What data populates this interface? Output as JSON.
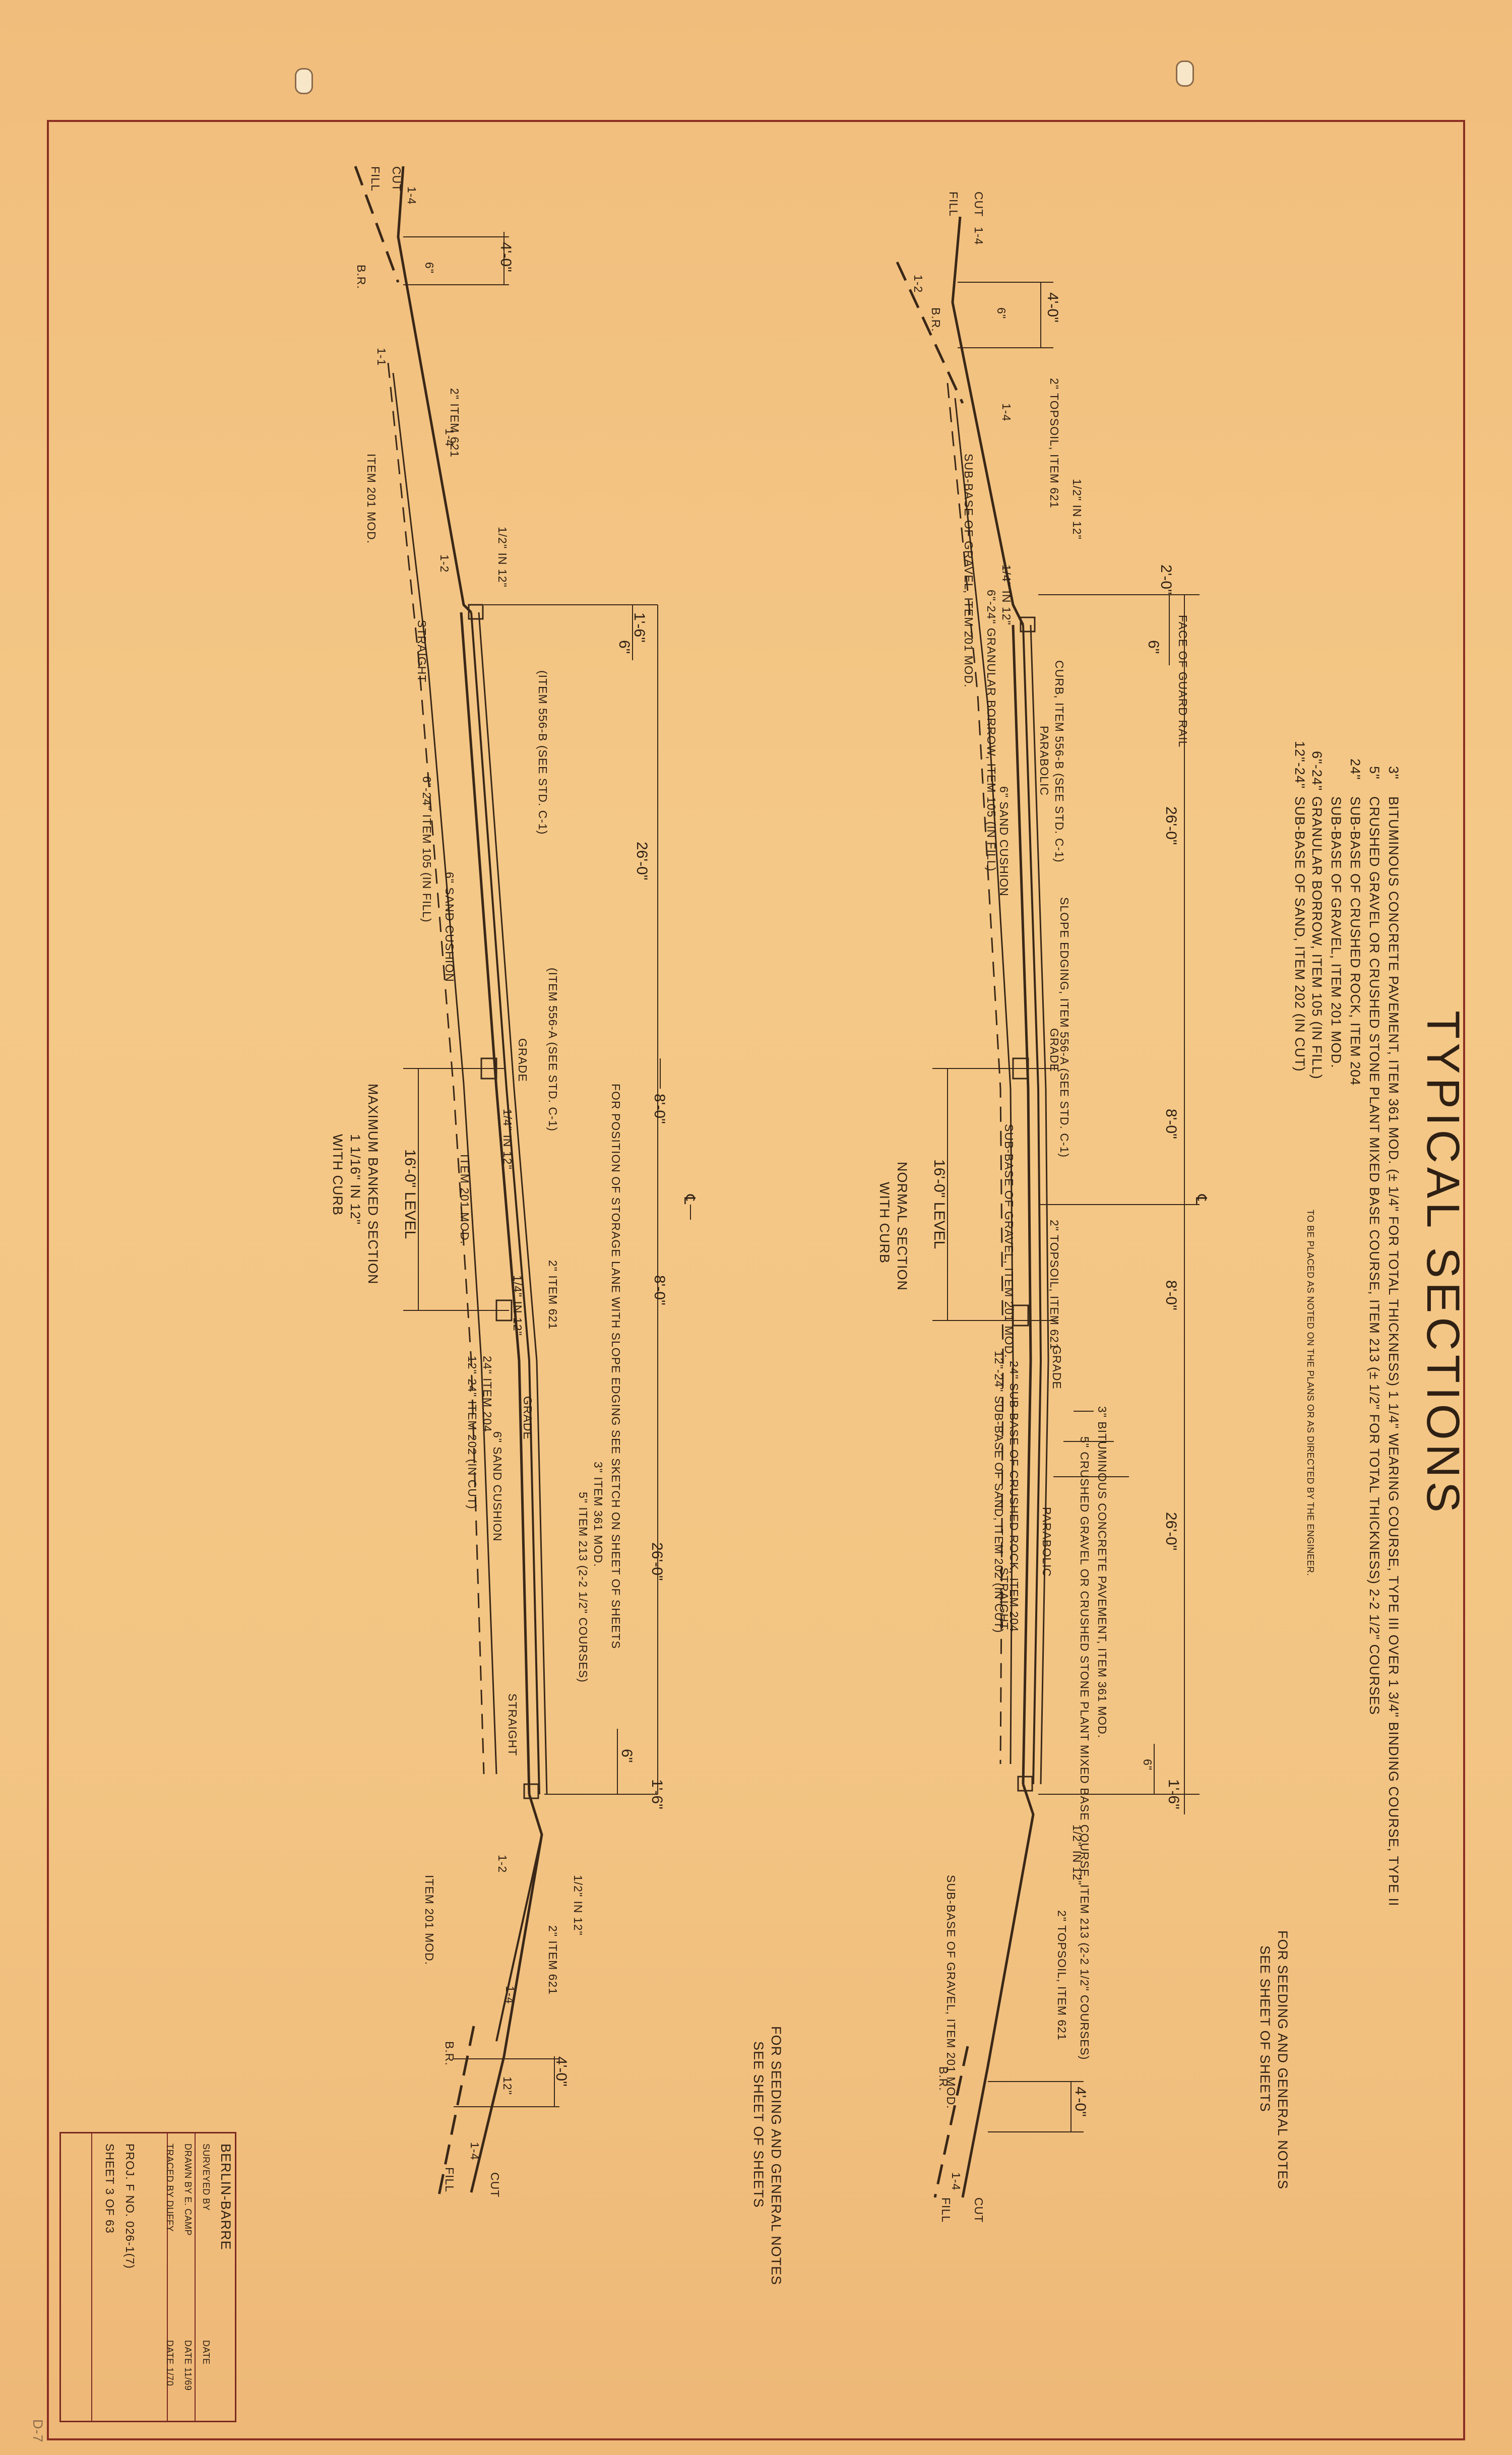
{
  "title": "TYPICAL SECTIONS",
  "legend": [
    {
      "depth": "3\"",
      "text": "BITUMINOUS CONCRETE PAVEMENT, ITEM 361 MOD. (± 1/4\" FOR TOTAL THICKNESS) 1 1/4\" WEARING COURSE, TYPE III OVER 1 3/4\" BINDING COURSE, TYPE II"
    },
    {
      "depth": "5\"",
      "text": "CRUSHED GRAVEL OR CRUSHED STONE PLANT MIXED BASE COURSE, ITEM 213 (± 1/2\" FOR TOTAL THICKNESS) 2-2 1/2\" COURSES"
    },
    {
      "depth": "24\"",
      "text": "SUB-BASE OF CRUSHED ROCK, ITEM 204"
    },
    {
      "depth": "",
      "text": "SUB-BASE OF GRAVEL, ITEM 201 MOD."
    },
    {
      "depth": "6\"-24\"",
      "text": "GRANULAR BORROW, ITEM 105 (IN FILL)"
    },
    {
      "depth": "12\"-24\"",
      "text": "SUB-BASE OF SAND, ITEM 202 (IN CUT)"
    }
  ],
  "legend_note": "TO BE PLACED AS NOTED ON THE PLANS OR AS DIRECTED BY THE ENGINEER.",
  "seeding_note": [
    "FOR SEEDING AND GENERAL NOTES",
    "SEE SHEET    OF    SHEETS"
  ],
  "normal_section": {
    "caption": [
      "NORMAL SECTION",
      "WITH CURB"
    ],
    "labels": {
      "cut": "CUT",
      "fill": "FILL",
      "slope_14": "1-4",
      "slope_12": "1-2",
      "slope_11": "1-1",
      "br": "B.R.",
      "width_4": "4'-0\"",
      "six_in": "6\"",
      "two_zero": "2'-0\"",
      "one_six": "1'-6\"",
      "topsoil": "2\" TOPSOIL, ITEM 621",
      "half_in_12": "1/2\" IN 12\"",
      "face_guard_rail": "FACE OF GUARD RAIL",
      "curb": "CURB, ITEM 556-B (SEE STD. C-1)",
      "parabolic": "PARABOLIC",
      "slope_edging": "SLOPE EDGING, ITEM 556-A (SEE STD. C-1)",
      "grade": "GRADE",
      "sub_base_gravel": "SUB-BASE OF GRAVEL, ITEM 201 MOD.",
      "granular_borrow": "6\"-24\" GRANULAR BORROW, ITEM 105 (IN FILL)",
      "quarter_in_12": "1/4\" IN 12\"",
      "sand_cushion": "6\" SAND CUSHION",
      "straight": "STRAIGHT",
      "w_26": "26'-0\"",
      "w_8": "8'-0\"",
      "w_16": "16'-0\" LEVEL",
      "centerline": "℄",
      "bituminous": "3\" BITUMINOUS CONCRETE PAVEMENT, ITEM 361 MOD.",
      "crushed": "5\" CRUSHED GRAVEL OR CRUSHED STONE PLANT MIXED BASE COURSE, ITEM 213 (2-2 1/2\" COURSES)",
      "sub_base_rock": "24\" SUB-BASE OF CRUSHED ROCK, ITEM 204",
      "sub_base_sand": "12\"-24\" SUB-BASE OF SAND, ITEM 202 (IN CUT)"
    }
  },
  "banked_section": {
    "caption": [
      "MAXIMUM BANKED SECTION",
      "1 1/16\" IN 12\"",
      "WITH CURB"
    ],
    "labels": {
      "item_201": "ITEM 201 MOD.",
      "item_621": "2\" ITEM 621",
      "item_556b": "(ITEM 556-B (SEE STD. C-1)",
      "item_556a": "(ITEM 556-A (SEE STD. C-1)",
      "item_105": "6\"-24\" ITEM 105 (IN FILL)",
      "item_204": "24\" ITEM 204",
      "item_202": "12\"-24\" ITEM 202 (IN CUT)",
      "item_361": "3\" ITEM 361 MOD.",
      "item_213": "5\" ITEM 213 (2-2 1/2\" COURSES)",
      "storage_note": "FOR POSITION OF STORAGE LANE WITH SLOPE EDGING SEE SKETCH ON SHEET    OF    SHEETS",
      "twelve_in": "12\""
    }
  },
  "title_block": {
    "project": "BERLIN-BARRE",
    "surveyed": "SURVEYED BY",
    "drawn": "DRAWN BY  E. CAMP",
    "traced": "TRACED BY  DUFFY",
    "date_label": "DATE",
    "drawn_date": "DATE 11/69",
    "traced_date": "DATE 1/70",
    "proj_no": "PROJ. F  NO. 026-1(7)",
    "sheet": "SHEET  3  OF  63"
  },
  "pencil_mark": "D-7"
}
